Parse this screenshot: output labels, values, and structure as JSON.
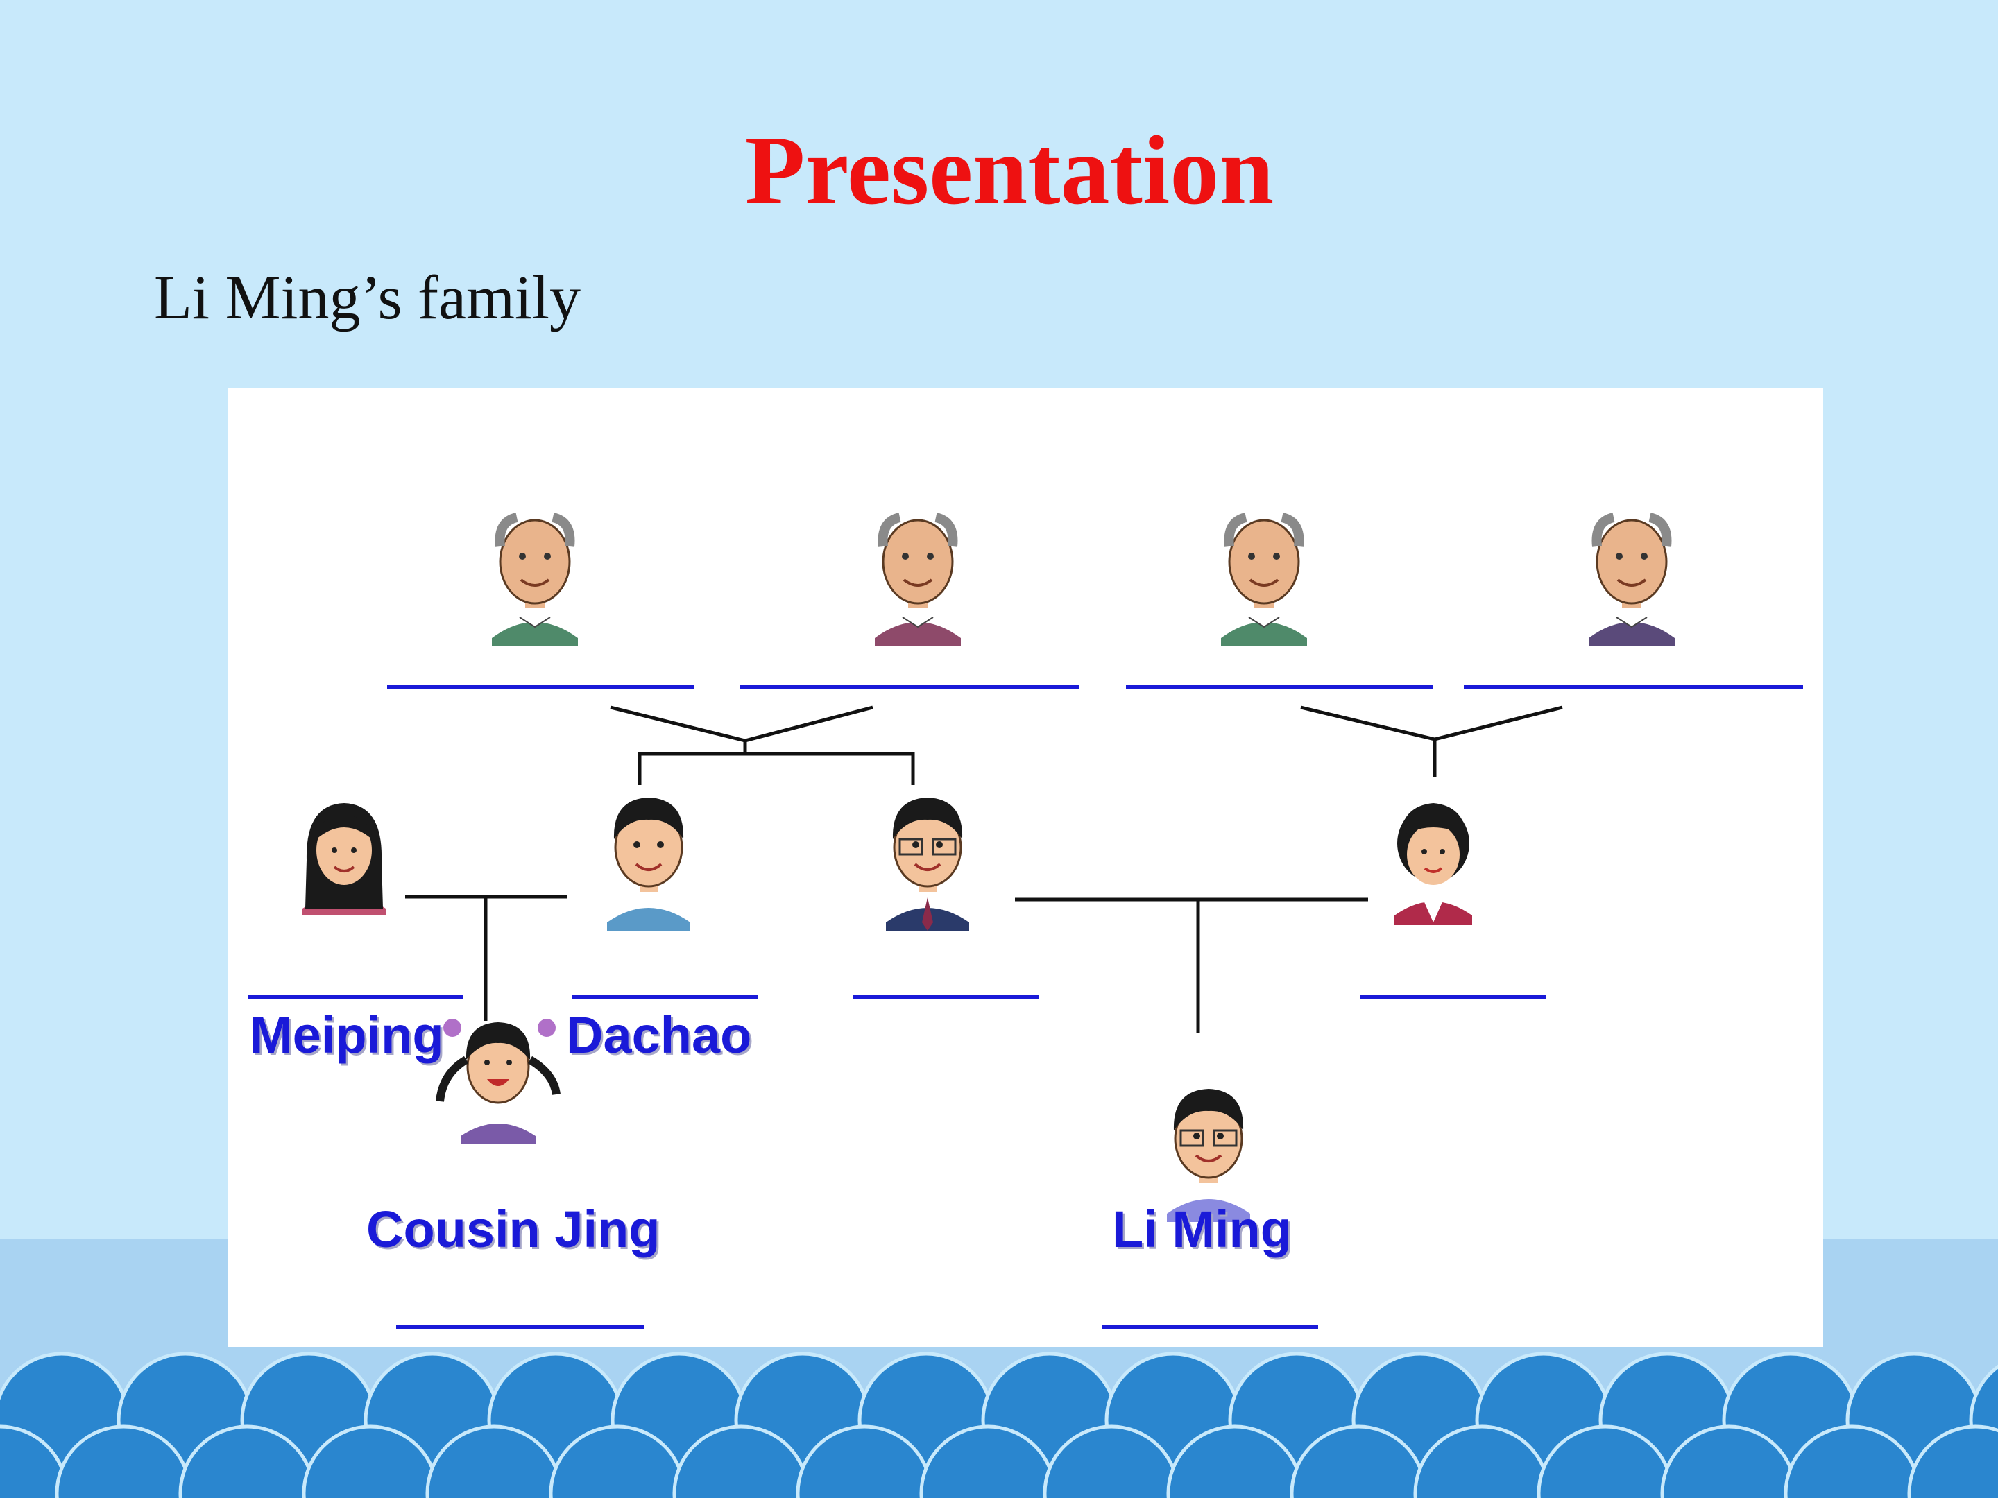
{
  "slide": {
    "title": "Presentation",
    "subtitle": "Li Ming’s family"
  },
  "diagram": {
    "names": {
      "meiping": "Meiping",
      "dachao": "Dachao",
      "cousin_jing": "Cousin Jing",
      "li_ming": "Li Ming"
    }
  },
  "colors": {
    "background": "#c8e9fb",
    "title": "#ee1111",
    "name_label": "#1a1ad8",
    "blank_line": "#1a1ad8",
    "wave": "#2a86cf"
  }
}
